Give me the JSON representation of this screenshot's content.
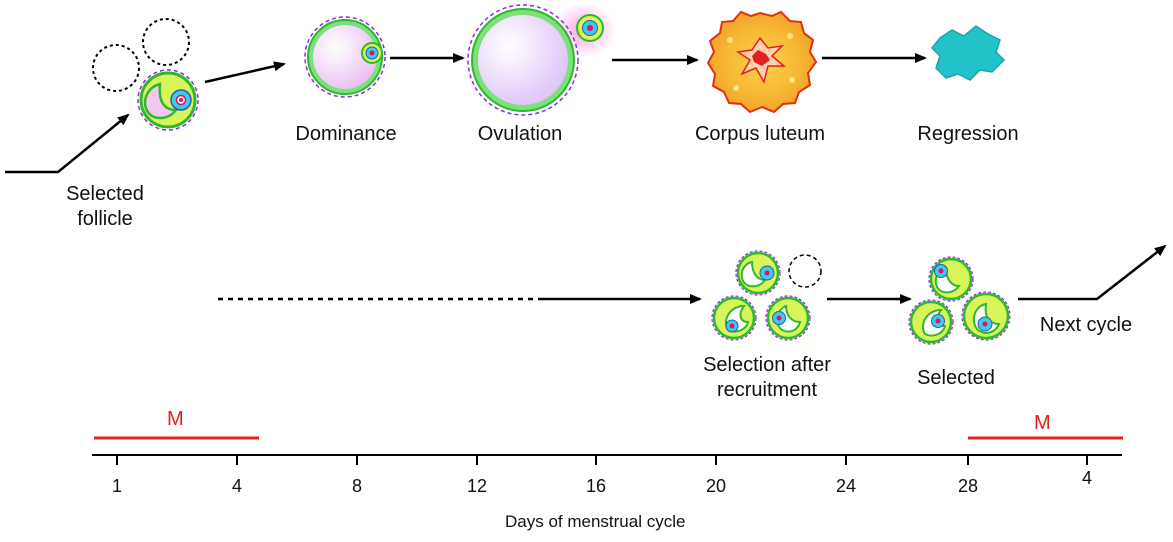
{
  "stages_top": {
    "selected_follicle": "Selected\nfollicle",
    "dominance": "Dominance",
    "ovulation": "Ovulation",
    "corpus_luteum": "Corpus luteum",
    "regression": "Regression"
  },
  "stages_bottom": {
    "selection_after_recruitment": "Selection after\nrecruitment",
    "selected": "Selected",
    "next_cycle": "Next cycle"
  },
  "menses_label": "M",
  "timeline": {
    "ticks": [
      "1",
      "4",
      "8",
      "12",
      "16",
      "20",
      "24",
      "28",
      "4"
    ],
    "axis_title": "Days of menstrual cycle"
  },
  "colors": {
    "follicle_fill": "#d8f55a",
    "follicle_ring": "#2eb82e",
    "membrane_dash": "#8a2be2",
    "oocyte": "#40c8e8",
    "nucleus": "#e0106e",
    "corpus_luteum": "#f7b733",
    "regression": "#22c4c9",
    "menses_line": "#e02020"
  }
}
